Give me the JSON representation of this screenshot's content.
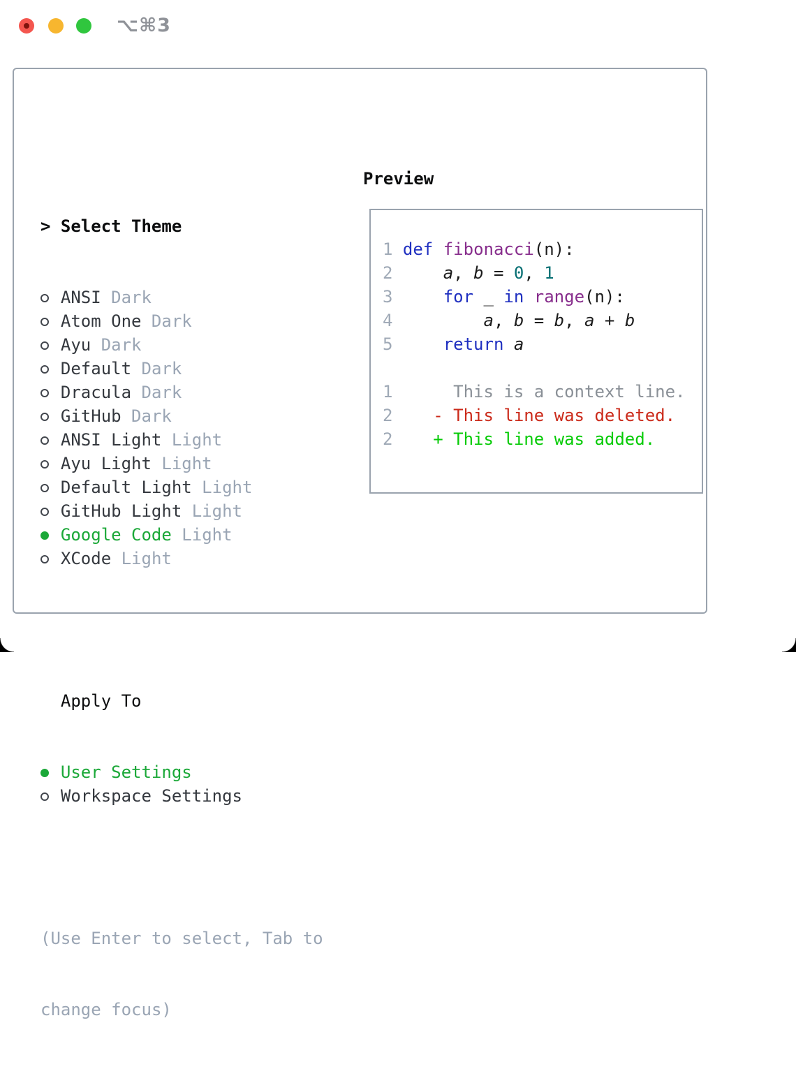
{
  "window": {
    "title": "⌥⌘3"
  },
  "select_theme": {
    "header": "Select Theme",
    "prompt": ">",
    "items": [
      {
        "name": "ANSI",
        "variant": "Dark",
        "selected": false
      },
      {
        "name": "Atom One",
        "variant": "Dark",
        "selected": false
      },
      {
        "name": "Ayu",
        "variant": "Dark",
        "selected": false
      },
      {
        "name": "Default",
        "variant": "Dark",
        "selected": false
      },
      {
        "name": "Dracula",
        "variant": "Dark",
        "selected": false
      },
      {
        "name": "GitHub",
        "variant": "Dark",
        "selected": false
      },
      {
        "name": "ANSI Light",
        "variant": "Light",
        "selected": false
      },
      {
        "name": "Ayu Light",
        "variant": "Light",
        "selected": false
      },
      {
        "name": "Default Light",
        "variant": "Light",
        "selected": false
      },
      {
        "name": "GitHub Light",
        "variant": "Light",
        "selected": false
      },
      {
        "name": "Google Code",
        "variant": "Light",
        "selected": true
      },
      {
        "name": "XCode",
        "variant": "Light",
        "selected": false
      }
    ],
    "apply_to": {
      "header": "Apply To",
      "items": [
        {
          "name": "User Settings",
          "selected": true
        },
        {
          "name": "Workspace Settings",
          "selected": false
        }
      ]
    },
    "help_lines": [
      "(Use Enter to select, Tab to",
      "change focus)"
    ]
  },
  "preview": {
    "header": "Preview",
    "code_lines": [
      {
        "num": "1",
        "segments": [
          {
            "text": "def",
            "cls": "kw"
          },
          {
            "text": " ",
            "cls": "pl"
          },
          {
            "text": "fibonacci",
            "cls": "fn"
          },
          {
            "text": "(n):",
            "cls": "pl"
          }
        ]
      },
      {
        "num": "2",
        "segments": [
          {
            "text": "    ",
            "cls": "pl"
          },
          {
            "text": "a",
            "cls": "id"
          },
          {
            "text": ", ",
            "cls": "pl"
          },
          {
            "text": "b",
            "cls": "id"
          },
          {
            "text": " = ",
            "cls": "pl"
          },
          {
            "text": "0",
            "cls": "num"
          },
          {
            "text": ", ",
            "cls": "pl"
          },
          {
            "text": "1",
            "cls": "num"
          }
        ]
      },
      {
        "num": "3",
        "segments": [
          {
            "text": "    ",
            "cls": "pl"
          },
          {
            "text": "for",
            "cls": "kw"
          },
          {
            "text": " _ ",
            "cls": "pl"
          },
          {
            "text": "in",
            "cls": "kw"
          },
          {
            "text": " ",
            "cls": "pl"
          },
          {
            "text": "range",
            "cls": "fn"
          },
          {
            "text": "(n):",
            "cls": "pl"
          }
        ]
      },
      {
        "num": "4",
        "segments": [
          {
            "text": "        ",
            "cls": "pl"
          },
          {
            "text": "a",
            "cls": "id"
          },
          {
            "text": ", ",
            "cls": "pl"
          },
          {
            "text": "b",
            "cls": "id"
          },
          {
            "text": " = ",
            "cls": "pl"
          },
          {
            "text": "b",
            "cls": "id"
          },
          {
            "text": ", ",
            "cls": "pl"
          },
          {
            "text": "a",
            "cls": "id"
          },
          {
            "text": " + ",
            "cls": "pl"
          },
          {
            "text": "b",
            "cls": "id"
          }
        ]
      },
      {
        "num": "5",
        "segments": [
          {
            "text": "    ",
            "cls": "pl"
          },
          {
            "text": "return",
            "cls": "kw"
          },
          {
            "text": " ",
            "cls": "pl"
          },
          {
            "text": "a",
            "cls": "id"
          }
        ]
      }
    ],
    "diff_lines": [
      {
        "num": "1",
        "cls": "ctx",
        "text": "     This is a context line."
      },
      {
        "num": "2",
        "cls": "del",
        "text": "   - This line was deleted."
      },
      {
        "num": "2",
        "cls": "add",
        "text": "   + This line was added."
      }
    ]
  },
  "colors": {
    "selection_green": "#1ba838",
    "keyword": "#2030c0",
    "function": "#872d8c",
    "number": "#056e72",
    "plain": "#1c1c1c",
    "line_number": "#9fa9b6",
    "context": "#8a9097",
    "deleted": "#cb2a1a",
    "added": "#06cb06",
    "muted": "#9aa5b4",
    "border": "#9aa3ae",
    "item_text": "#34383e",
    "header_text": "#0c0d0e",
    "radio_ring": "#42464d",
    "title_gray": "#8f9298",
    "close_red": "#f4564f",
    "close_dot": "#7e130c",
    "minimize_yellow": "#f7b62f",
    "zoom_green": "#30c63e"
  }
}
